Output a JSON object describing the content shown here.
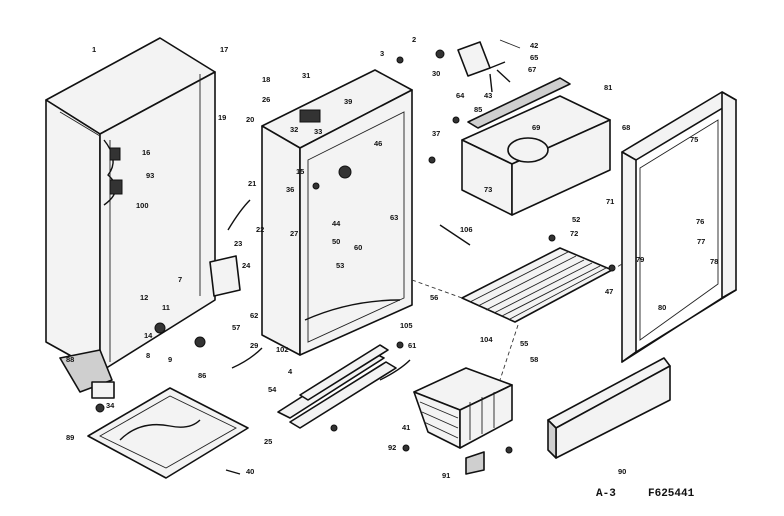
{
  "callouts": [
    "1",
    "17",
    "18",
    "26",
    "19",
    "20",
    "31",
    "39",
    "32",
    "33",
    "3",
    "2",
    "30",
    "42",
    "65",
    "67",
    "43",
    "81",
    "64",
    "85",
    "37",
    "69",
    "68",
    "73",
    "71",
    "75",
    "16",
    "93",
    "100",
    "21",
    "22",
    "15",
    "36",
    "46",
    "27",
    "44",
    "50",
    "60",
    "106",
    "63",
    "53",
    "52",
    "72",
    "76",
    "77",
    "78",
    "79",
    "47",
    "80",
    "23",
    "24",
    "7",
    "12",
    "11",
    "14",
    "8",
    "62",
    "57",
    "29",
    "9",
    "86",
    "88",
    "34",
    "40",
    "4",
    "102",
    "105",
    "104",
    "55",
    "56",
    "41",
    "54",
    "25",
    "61",
    "58",
    "92",
    "91",
    "90",
    "89"
  ],
  "footer": {
    "page": "A-3",
    "code": "F625441"
  }
}
